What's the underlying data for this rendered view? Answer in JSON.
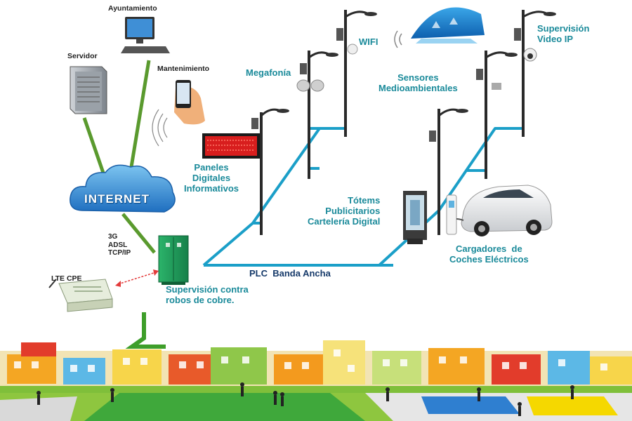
{
  "labels": {
    "ayuntamiento": "Ayuntamiento",
    "servidor": "Servidor",
    "mantenimiento": "Mantenimiento",
    "internet": "INTERNET",
    "connectivity": "3G\nADSL\nTCP/IP",
    "lte_cpe": "LTE CPE",
    "supervision_cobre": "Supervisión contra\nrobos de cobre.",
    "plc": "PLC  Banda Ancha",
    "paneles": "Paneles\nDigitales\nInformativos",
    "megafonia": "Megafonía",
    "wifi": "WIFI",
    "sensores": "Sensores\nMedioambientales",
    "video": "Supervisión\nVideo IP",
    "totems": "Tótems\nPublicitarios\nCartelería Digital",
    "cargadores": "Cargadores  de\nCoches Eléctricos"
  },
  "colors": {
    "teal_text": "#1a8a9a",
    "network_line": "#1b9fc8",
    "green_link": "#5a9a2e",
    "cabinet": "#1f9a55",
    "cloud": "#2f8fd8",
    "panel_led": "#d81e1e"
  },
  "icons": {
    "server": "server-tower-icon",
    "monitor": "desktop-computer-icon",
    "phone": "smartphone-icon",
    "cloud": "cloud-icon",
    "cabinet": "electrical-cabinet-icon",
    "modem": "lte-router-icon",
    "lamp": "street-lamp-icon",
    "car": "electric-car-icon",
    "totem": "advertising-totem-icon"
  }
}
